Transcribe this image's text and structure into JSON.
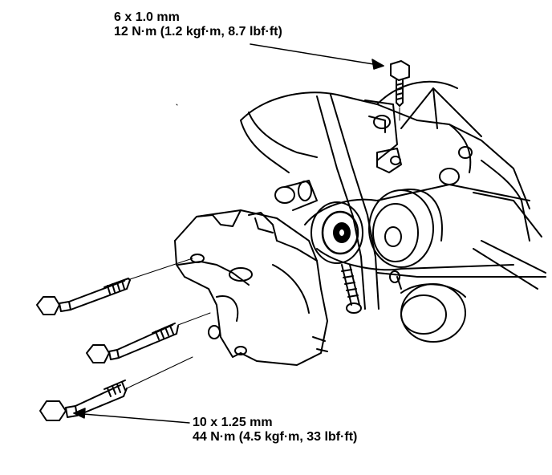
{
  "callouts": {
    "top": {
      "size": "6 x 1.0 mm",
      "torque": "12 N·m (1.2 kgf·m, 8.7 lbf·ft)"
    },
    "bottom": {
      "size": "10 x 1.25 mm",
      "torque": "44 N·m (4.5 kgf·m, 33 lbf·ft)"
    }
  }
}
